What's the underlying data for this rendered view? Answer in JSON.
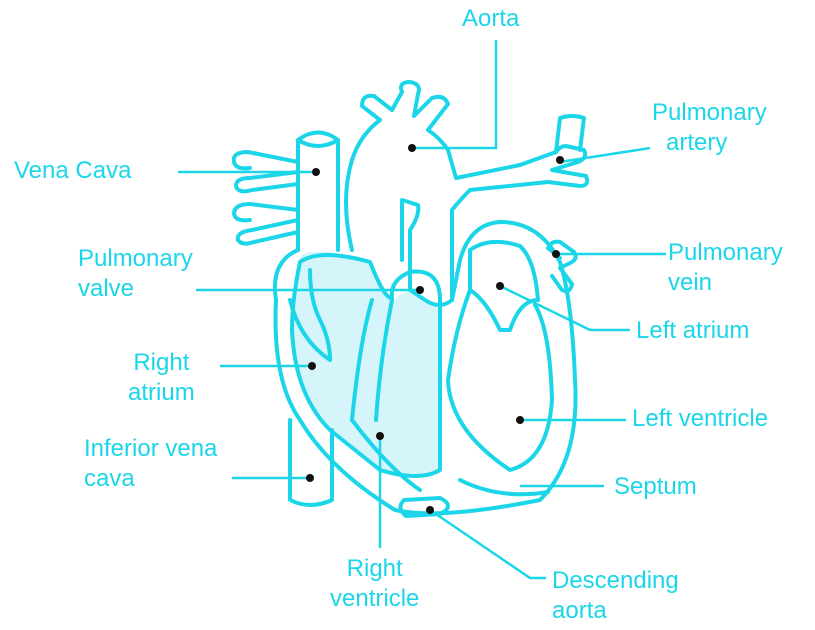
{
  "colors": {
    "stroke": "#1ad6e8",
    "chamber_fill": "#d6f5fa",
    "marker": "#111111"
  },
  "labels": {
    "aorta": "Aorta",
    "pulmonary_artery": [
      "Pulmonary",
      "artery"
    ],
    "vena_cava": "Vena Cava",
    "pulmonary_valve": [
      "Pulmonary",
      "valve"
    ],
    "pulmonary_vein": [
      "Pulmonary",
      "vein"
    ],
    "left_atrium": "Left atrium",
    "right_atrium": [
      "Right",
      "atrium"
    ],
    "left_ventricle": "Left ventricle",
    "inferior_vena_cava": [
      "Inferior vena",
      "cava"
    ],
    "septum": "Septum",
    "right_ventricle": [
      "Right",
      "ventricle"
    ],
    "descending_aorta": [
      "Descending",
      "aorta"
    ]
  }
}
